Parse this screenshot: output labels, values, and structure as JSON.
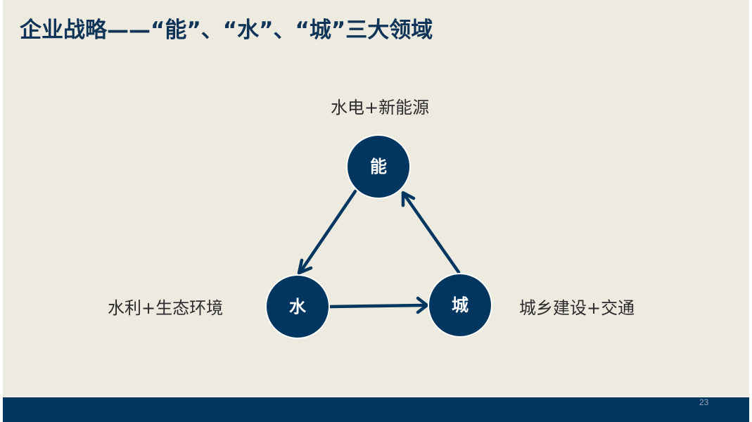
{
  "slide": {
    "title": "企业战略——“能”、“水”、“城”三大领域",
    "page_number": "23",
    "colors": {
      "background": "#edeae0",
      "primary": "#003660",
      "title": "#0f3458",
      "text": "#2b2b2b"
    }
  },
  "diagram": {
    "nodes": {
      "energy": {
        "label": "能",
        "caption": "水电+新能源"
      },
      "water": {
        "label": "水",
        "caption": "水利+生态环境"
      },
      "city": {
        "label": "城",
        "caption": "城乡建设+交通"
      }
    },
    "edges": [
      {
        "from": "energy",
        "to": "water"
      },
      {
        "from": "water",
        "to": "city"
      },
      {
        "from": "city",
        "to": "energy"
      }
    ]
  }
}
